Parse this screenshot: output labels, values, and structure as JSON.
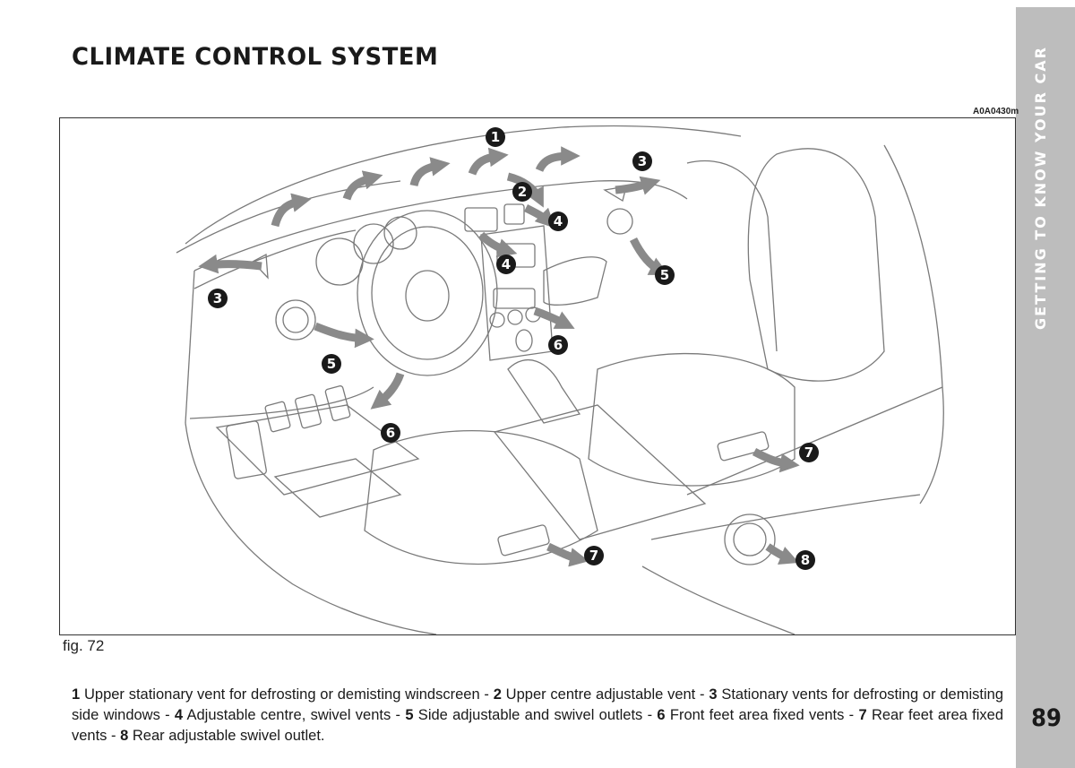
{
  "page": {
    "title": "CLIMATE CONTROL SYSTEM",
    "section_label": "GETTING TO KNOW YOUR CAR",
    "page_number": "89",
    "figure_code": "A0A0430m",
    "figure_label": "fig. 72"
  },
  "callouts": [
    "1",
    "2",
    "3",
    "3",
    "4",
    "4",
    "5",
    "5",
    "6",
    "6",
    "7",
    "7",
    "8"
  ],
  "caption": {
    "items": [
      {
        "num": "1",
        "text": " Upper stationary vent for defrosting or demisting windscreen - "
      },
      {
        "num": "2",
        "text": " Upper centre adjustable vent - "
      },
      {
        "num": "3",
        "text": " Stationary vents for defrosting or demisting side windows - "
      },
      {
        "num": "4",
        "text": " Adjustable centre, swivel vents - "
      },
      {
        "num": "5",
        "text": " Side adjustable and swivel outlets - "
      },
      {
        "num": "6",
        "text": " Front feet area fixed vents - "
      },
      {
        "num": "7",
        "text": " Rear feet area fixed vents - "
      },
      {
        "num": "8",
        "text": " Rear adjustable swivel outlet."
      }
    ]
  },
  "colors": {
    "sidebar": "#bdbdbd",
    "line": "#777777",
    "arrow": "#8a8a8a",
    "callout": "#1a1a1a"
  }
}
